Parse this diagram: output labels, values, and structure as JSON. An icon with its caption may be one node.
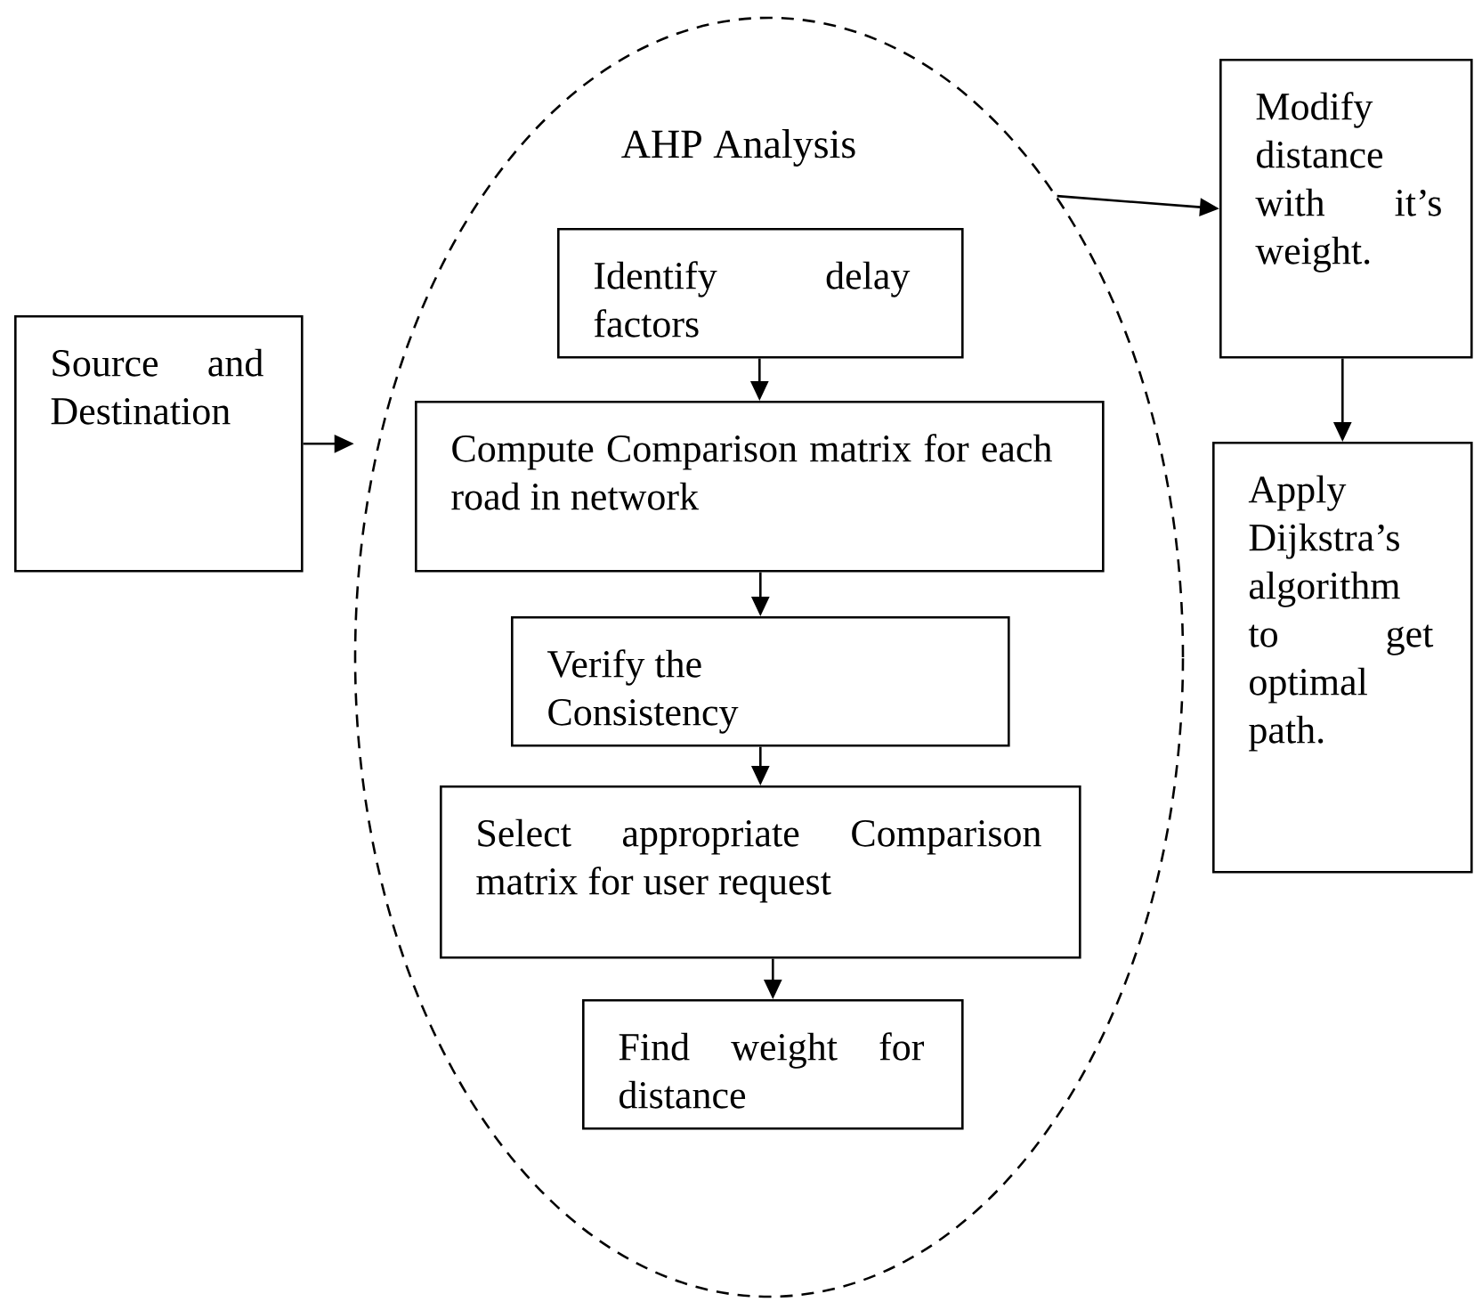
{
  "diagram": {
    "nodes": [
      {
        "text": [
          "Source and Destination"
        ]
      },
      {
        "text": [
          "AHP Analysis"
        ]
      },
      {
        "text": [
          "Identify delay factors"
        ],
        "in": 1
      },
      {
        "text": [
          "Compute Comparison matrix for each road in network"
        ],
        "in": 1
      },
      {
        "text": [
          "Verify the Consistency"
        ],
        "in": 1
      },
      {
        "text": [
          "Select appropriate Comparison matrix for user request"
        ],
        "in": 1
      },
      {
        "text": [
          "Find weight for distance"
        ],
        "in": 1
      },
      {
        "text": [
          "Modify distance with it’s weight."
        ]
      },
      {
        "text": [
          "Apply Dijkstra’s algorithm to get optimal path."
        ]
      }
    ],
    "edges": [
      {
        "from": 0,
        "to": 1,
        "arrow": "to"
      },
      {
        "from": 2,
        "to": 3,
        "arrow": "to"
      },
      {
        "from": 3,
        "to": 4,
        "arrow": "to"
      },
      {
        "from": 4,
        "to": 5,
        "arrow": "to"
      },
      {
        "from": 5,
        "to": 6,
        "arrow": "to"
      },
      {
        "from": 1,
        "to": 7,
        "arrow": "to"
      },
      {
        "from": 7,
        "to": 8,
        "arrow": "to"
      }
    ]
  }
}
